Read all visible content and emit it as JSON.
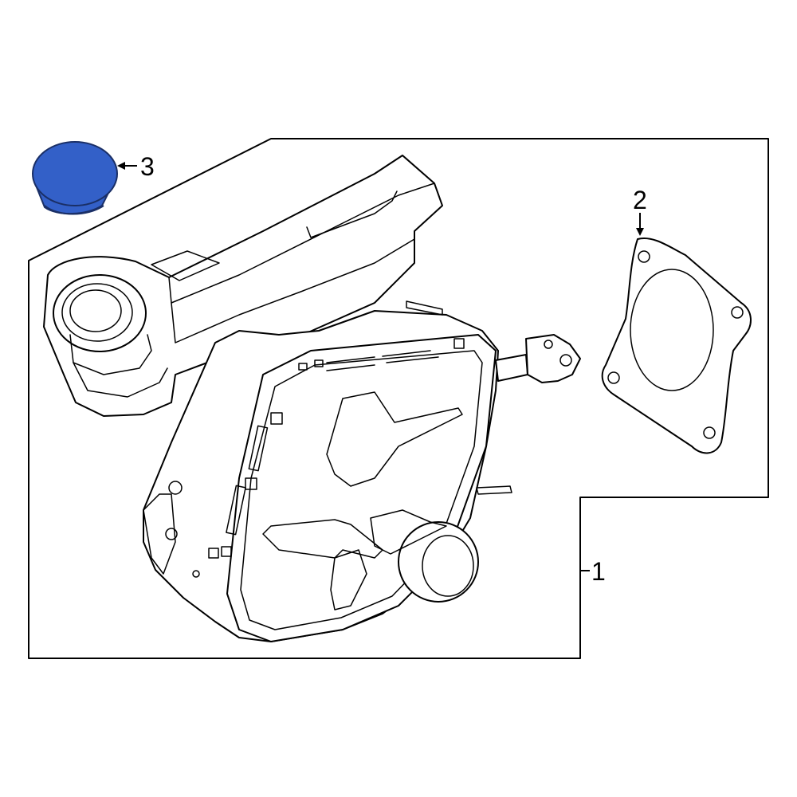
{
  "callouts": {
    "part_1": "1",
    "part_2": "2",
    "part_3": "3"
  },
  "colors": {
    "background": "#ffffff",
    "line": "#000000",
    "highlight_part_fill": "#3360c8",
    "highlight_part_stroke": "#1a2f66"
  },
  "highlighted_part": "3"
}
